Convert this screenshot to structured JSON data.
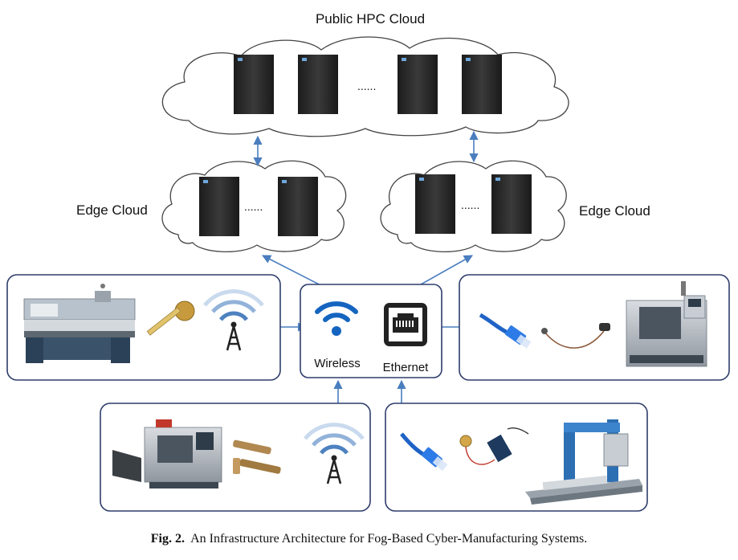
{
  "labels": {
    "public_cloud": "Public HPC Cloud",
    "edge_cloud_left": "Edge Cloud",
    "edge_cloud_right": "Edge Cloud",
    "wireless": "Wireless",
    "ethernet": "Ethernet",
    "ellipsis": "......"
  },
  "caption": {
    "fig": "Fig. 2.",
    "text": "An Infrastructure Architecture for Fog-Based Cyber-Manufacturing Systems."
  },
  "colors": {
    "arrow": "#4a7ebf",
    "box_border": "#2e3d6b",
    "cloud_stroke": "#444444",
    "server": "#2a2a2a",
    "wifi": "#1565c0"
  }
}
